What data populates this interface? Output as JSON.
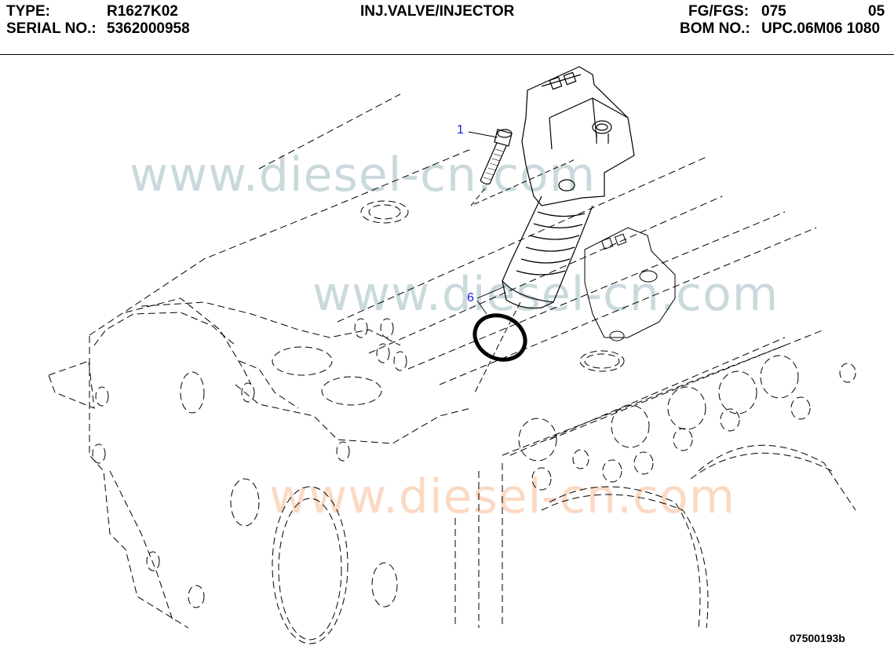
{
  "header": {
    "type_label": "TYPE:",
    "type_value": "R1627K02",
    "serial_label": "SERIAL NO.:",
    "serial_value": "5362000958",
    "title": "INJ.VALVE/INJECTOR",
    "fg_label": "FG/FGS:",
    "fg_value": "075",
    "fg_sub": "05",
    "bom_label": "BOM NO.:",
    "bom_value": "UPC.06M06 1080"
  },
  "drawing": {
    "callouts": [
      {
        "id": "1",
        "part": "bolt"
      },
      {
        "id": "6",
        "part": "o-ring"
      }
    ],
    "figure_number": "07500193b",
    "line_color": "#000000",
    "callout_color": "#1a1ae6"
  },
  "watermarks": [
    {
      "text": "www.diesel-cn.com",
      "color": "#c9d9dc"
    },
    {
      "text": "www.diesel-cn.com",
      "color": "#c9d9dc"
    },
    {
      "text": "www.diesel-cn.com",
      "color": "#fbd9c3"
    }
  ]
}
